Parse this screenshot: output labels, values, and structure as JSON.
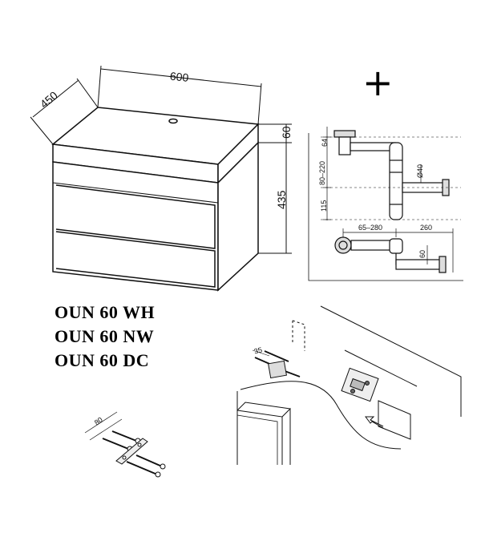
{
  "cabinet": {
    "dim_width": "600",
    "dim_depth": "450",
    "dim_top": "60",
    "dim_height": "435"
  },
  "models": [
    "OUN 60 WH",
    "OUN 60 NW",
    "OUN 60 DC"
  ],
  "plus_sign": "+",
  "siphon": {
    "dim_64": "64",
    "dim_80_220": "80–220",
    "dim_115": "115",
    "dim_d40": "Ø40",
    "dim_65_280": "65–280",
    "dim_260": "260",
    "dim_60": "60"
  },
  "bracket_small": {
    "dim": "80"
  },
  "bracket_wall": {
    "dim": "35"
  },
  "colors": {
    "line": "#111111",
    "background": "#ffffff"
  }
}
